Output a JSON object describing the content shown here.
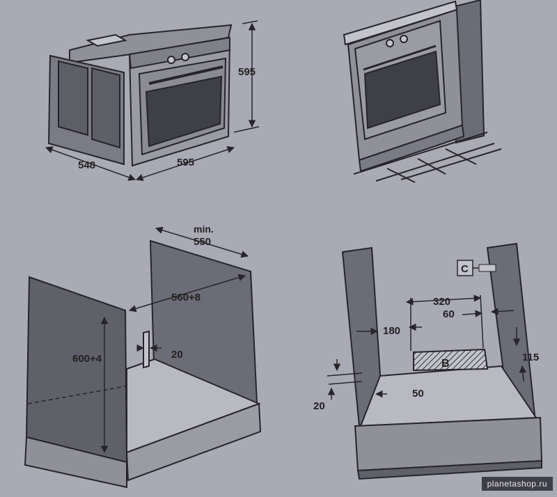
{
  "colors": {
    "background": "#a9aab3",
    "panel": "#6b6c75",
    "panel_dark": "#4f5058",
    "line": "#25252a",
    "light": "#c3c4cb"
  },
  "figure_oven": {
    "height_label": "595",
    "depth_label": "548",
    "width_label": "595"
  },
  "figure_cabinet_tall": {
    "depth_label_line1": "min.",
    "depth_label_line2": "550",
    "width_label": "560+8",
    "height_label": "600+4",
    "gap_label": "20"
  },
  "figure_cabinet_base": {
    "marker_c": "C",
    "dim_320": "320",
    "dim_60": "60",
    "dim_180": "180",
    "marker_b": "B",
    "dim_115": "115",
    "dim_50": "50",
    "dim_20": "20"
  },
  "watermark": "planetashop.ru"
}
